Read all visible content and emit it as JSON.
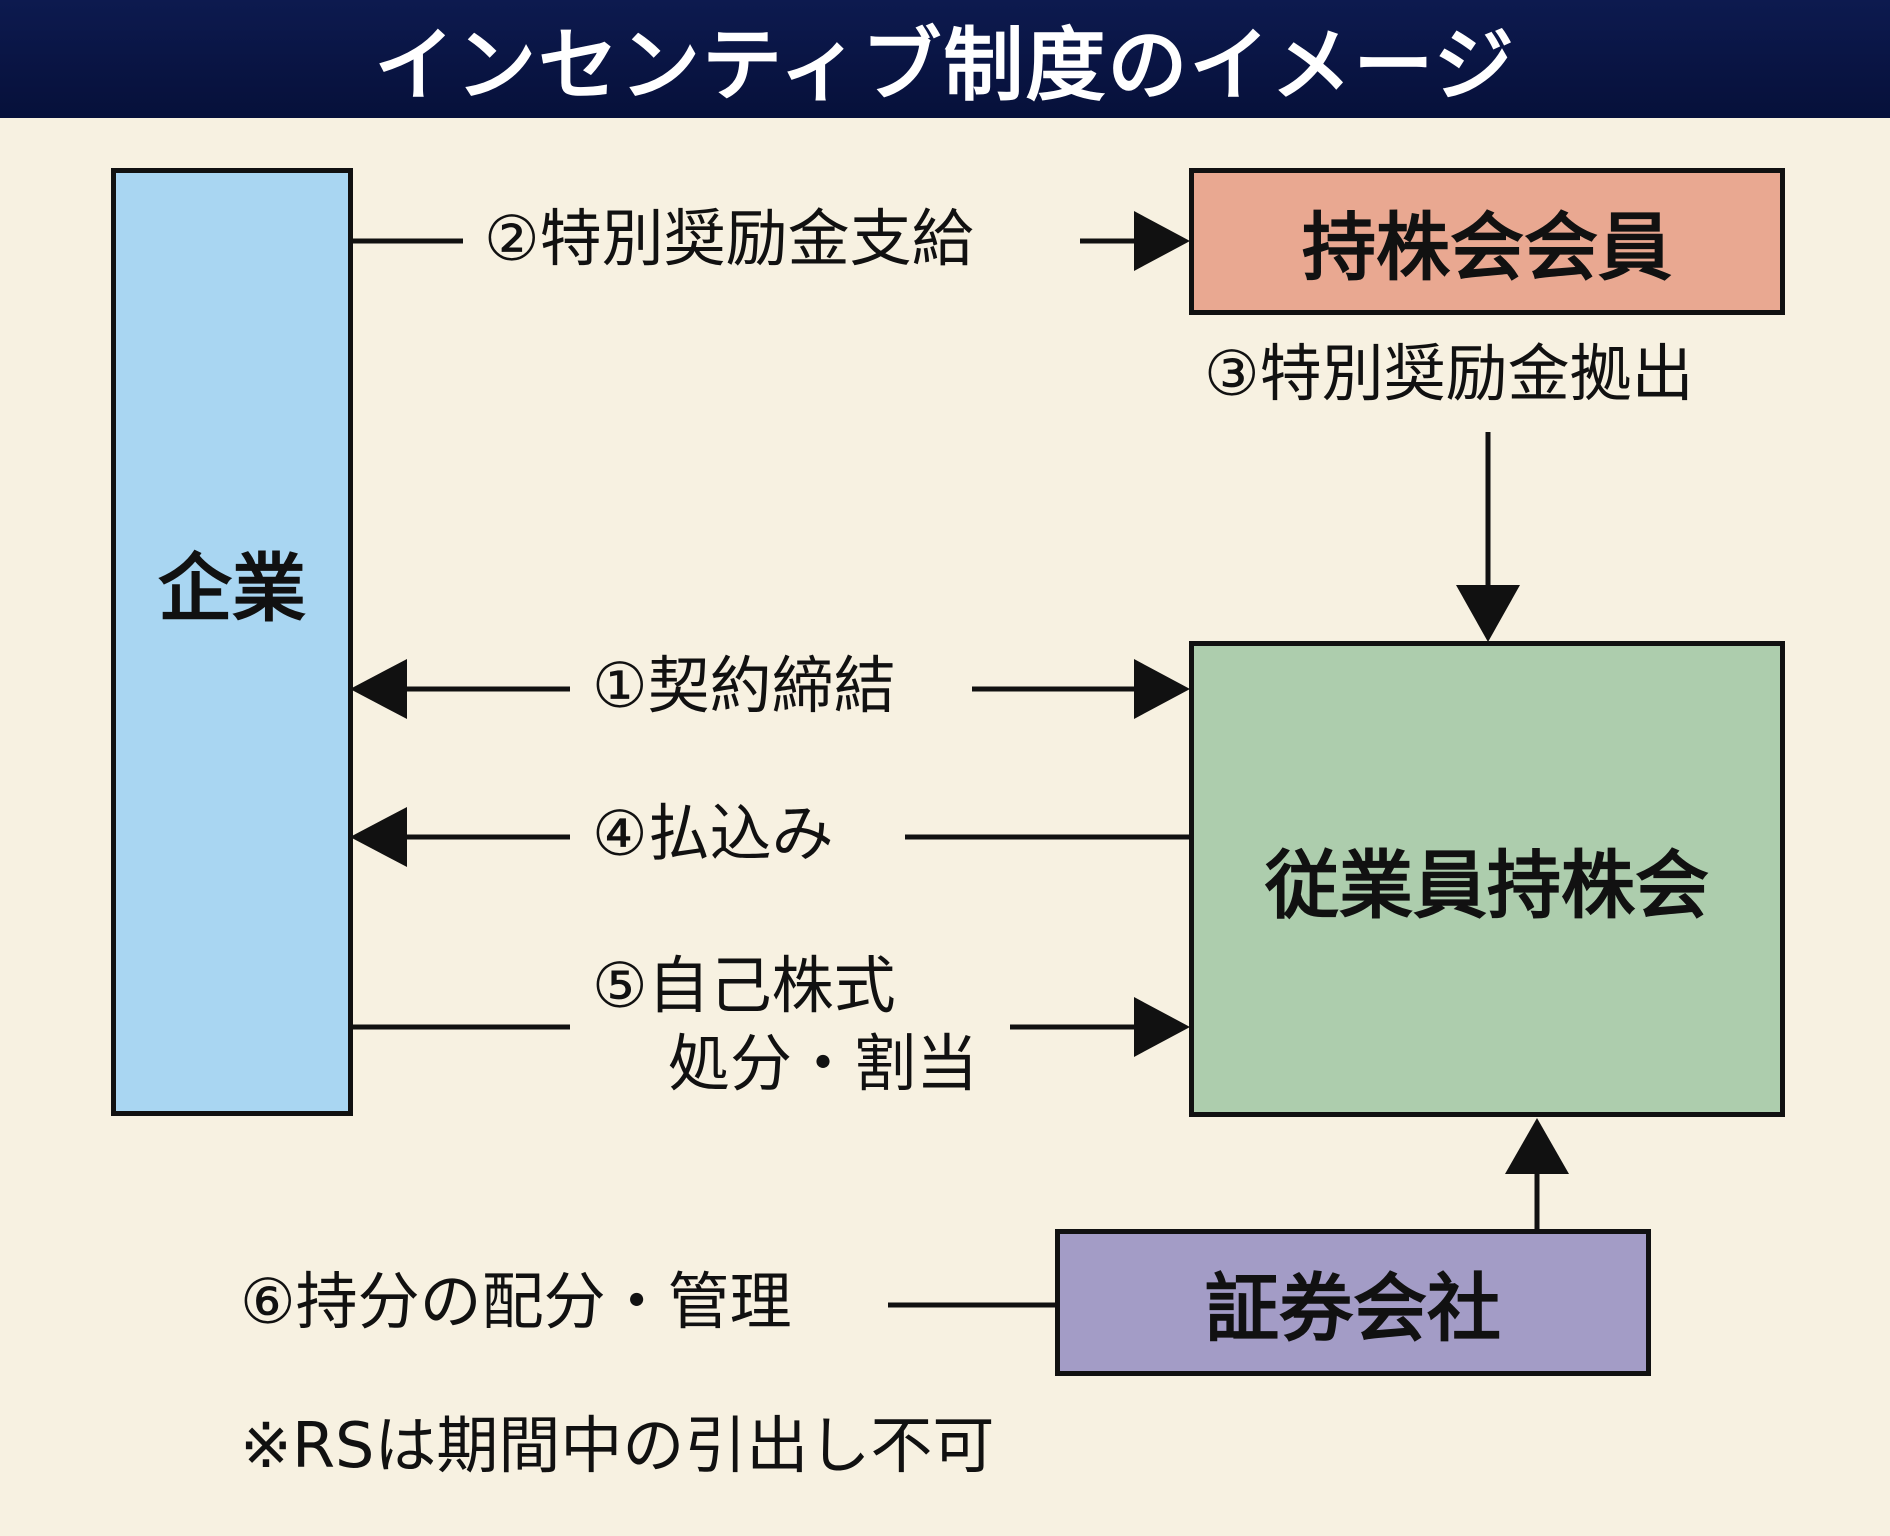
{
  "title": "インセンティブ制度のイメージ",
  "colors": {
    "title_bg": "#0a1548",
    "background": "#f7f1e1",
    "company_box": "#a9d6f2",
    "member_box": "#e9a891",
    "esop_box": "#adcdad",
    "securities_box": "#a39cc6"
  },
  "boxes": {
    "company": "企業",
    "member": "持株会会員",
    "esop": "従業員持株会",
    "securities": "証券会社"
  },
  "flows": {
    "contract": "①契約締結",
    "bonus_pay": "②特別奨励金支給",
    "bonus_contrib": "③特別奨励金拠出",
    "payment": "④払込み",
    "treasury_line1": "⑤自己株式",
    "treasury_line2": "処分・割当",
    "allocation": "⑥持分の配分・管理"
  },
  "note": "※RSは期間中の引出し不可"
}
